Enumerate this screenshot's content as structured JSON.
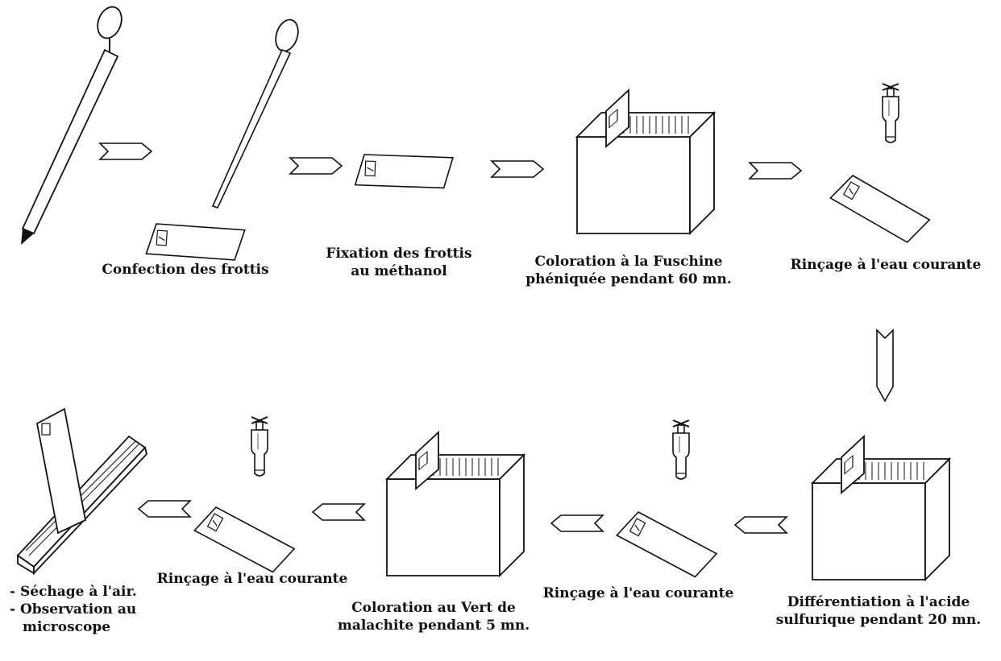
{
  "steps": [
    {
      "id": "confection",
      "caption_lines": [
        "Confection des frottis"
      ]
    },
    {
      "id": "fixation",
      "caption_lines": [
        "Fixation des frottis",
        "au méthanol"
      ]
    },
    {
      "id": "fuschine",
      "caption_lines": [
        "Coloration à la Fuschine",
        "phéniquée pendant 60 mn."
      ]
    },
    {
      "id": "rincage1",
      "caption_lines": [
        "Rinçage à l'eau courante"
      ]
    },
    {
      "id": "acide",
      "caption_lines": [
        "Différentiation à l'acide",
        "sulfurique pendant 20 mn."
      ]
    },
    {
      "id": "rincage2",
      "caption_lines": [
        "Rinçage à l'eau courante"
      ]
    },
    {
      "id": "vert",
      "caption_lines": [
        "Coloration au Vert de",
        "malachite pendant 5 mn."
      ]
    },
    {
      "id": "rincage3",
      "caption_lines": [
        "Rinçage à l'eau courante"
      ]
    },
    {
      "id": "sechage",
      "caption_lines": [
        "- Séchage à l'air.",
        "- Observation au",
        "microscope"
      ]
    }
  ]
}
